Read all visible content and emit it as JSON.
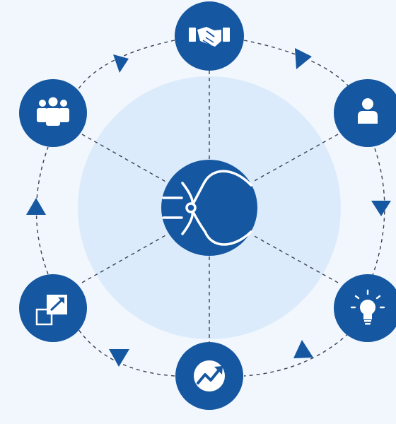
{
  "diagram": {
    "colors": {
      "background": "#f1f7fd",
      "halo": "#dcebfb",
      "node_fill": "#1557a1",
      "icon": "#ffffff",
      "connector": "#3a4150",
      "arrow": "#1557a1"
    },
    "center_node": {
      "icon": "hub-logo-icon"
    },
    "nodes": [
      {
        "id": "top",
        "icon": "handshake-icon"
      },
      {
        "id": "upper-right",
        "icon": "user-icon"
      },
      {
        "id": "lower-right",
        "icon": "lightbulb-icon"
      },
      {
        "id": "bottom",
        "icon": "growth-chart-icon"
      },
      {
        "id": "lower-left",
        "icon": "scale-expand-icon"
      },
      {
        "id": "upper-left",
        "icon": "team-icon"
      }
    ],
    "cycle_direction": "clockwise"
  }
}
